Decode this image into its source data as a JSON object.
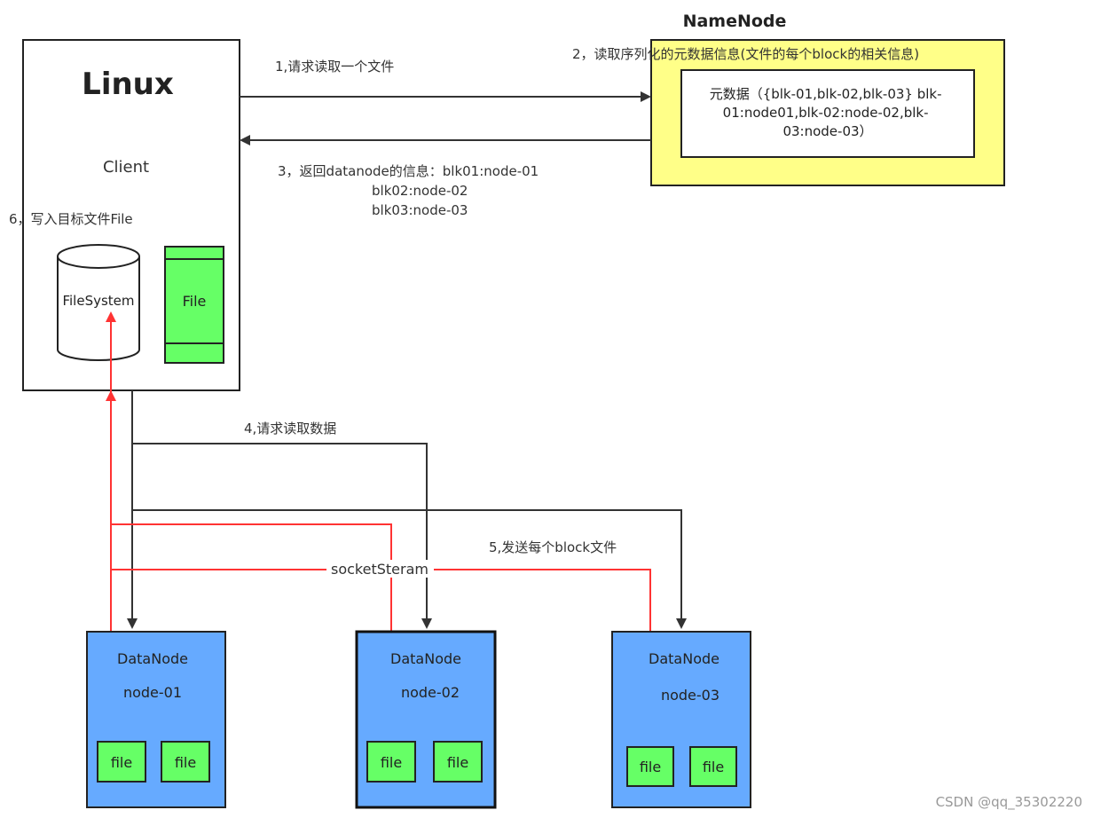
{
  "client": {
    "os_label": "Linux",
    "role_label": "Client",
    "filesystem_label": "FileSystem",
    "file_label": "File"
  },
  "namenode": {
    "title": "NameNode",
    "metadata_lines": [
      "元数据（{blk-01,blk-02,blk-03} blk-",
      "01:node01,blk-02:node-02,blk-",
      "03:node-03）"
    ]
  },
  "steps": {
    "step1": "1,请求读取一个文件",
    "step2": "2，读取序列化的元数据信息(文件的每个block的相关信息)",
    "step3_lines": [
      "3，返回datanode的信息：blk01:node-01",
      "blk02:node-02",
      "blk03:node-03"
    ],
    "step4": "4,请求读取数据",
    "step5": "5,发送每个block文件",
    "step6": "6，写入目标文件File",
    "stream_label": "socketSteram"
  },
  "datanodes": [
    {
      "title": "DataNode",
      "node": "node-01",
      "files": [
        "file",
        "file"
      ]
    },
    {
      "title": "DataNode",
      "node": "node-02",
      "files": [
        "file",
        "file"
      ]
    },
    {
      "title": "DataNode",
      "node": "node-03",
      "files": [
        "file",
        "file"
      ]
    }
  ],
  "watermark": "CSDN @qq_35302220",
  "colors": {
    "namenode_fill": "#ffff88",
    "datanode_fill": "#66aaff",
    "file_fill": "#66ff66",
    "line_dark": "#333333",
    "line_red": "#ff3333"
  }
}
